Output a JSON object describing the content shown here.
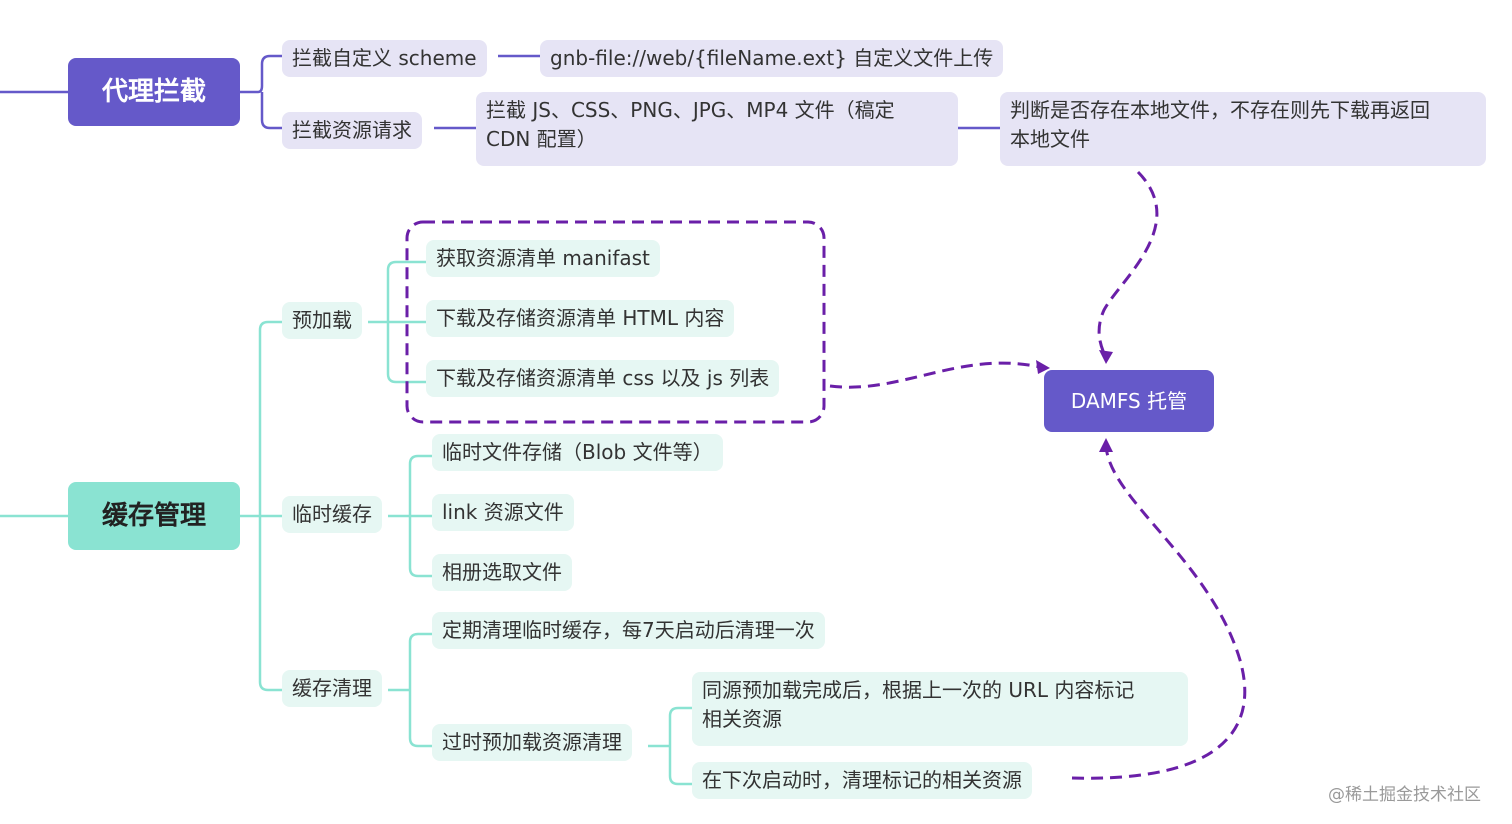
{
  "roots": {
    "proxy": "代理拦截",
    "cache": "缓存管理"
  },
  "proxy": {
    "custom_scheme": "拦截自定义 scheme",
    "custom_scheme_detail": "gnb-file://web/{fileName.ext} 自定义文件上传",
    "resource_request": "拦截资源请求",
    "resource_request_detail": "拦截 JS、CSS、PNG、JPG、MP4 文件（稿定\nCDN 配置）",
    "local_check": "判断是否存在本地文件，不存在则先下载再返回\n本地文件"
  },
  "cache": {
    "preload": "预加载",
    "preload_items": [
      "获取资源清单 manifast",
      "下载及存储资源清单 HTML 内容",
      "下载及存储资源清单 css 以及 js 列表"
    ],
    "temp": "临时缓存",
    "temp_items": [
      "临时文件存储（Blob 文件等）",
      "link 资源文件",
      "相册选取文件"
    ],
    "cleanup": "缓存清理",
    "cleanup_periodic": "定期清理临时缓存，每7天启动后清理一次",
    "cleanup_stale": "过时预加载资源清理",
    "cleanup_stale_items": [
      "同源预加载完成后，根据上一次的 URL 内容标记\n相关资源",
      "在下次启动时，清理标记的相关资源"
    ]
  },
  "damfs": "DAMFS 托管",
  "watermark": "@稀土掘金技术社区",
  "colors": {
    "proxy_accent": "#6559c9",
    "proxy_node_bg": "#e6e4f5",
    "cache_accent": "#8ae3d2",
    "cache_node_bg": "#e6f7f3",
    "dashed_link": "#6a1fa8"
  }
}
